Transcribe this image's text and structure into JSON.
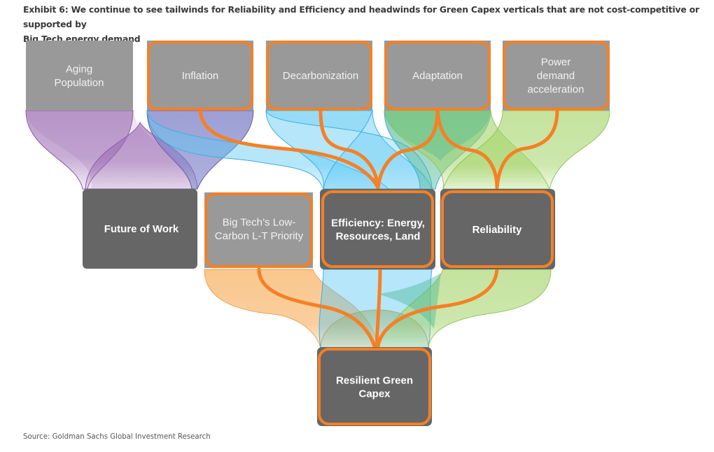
{
  "exhibit": {
    "title_line1": "Exhibit 6: We continue to see tailwinds for Reliability and Efficiency and headwinds for Green Capex verticals that are not cost-competitive or supported by",
    "title_line2": "Big Tech energy demand",
    "source": "Source: Goldman Sachs Global Investment Research"
  },
  "colors": {
    "highlight": "#f58025",
    "driver_box": "#999999",
    "outcome_box": "#666666",
    "purple": "#9b6bb3",
    "indigo": "#8a86c6",
    "blue": "#5bc8f5",
    "teal": "#6cc3a6",
    "green": "#a5d46a",
    "orange": "#f8b468"
  },
  "nodes": {
    "aging": {
      "lines": [
        "Aging",
        "Population"
      ],
      "level": "driver",
      "highlighted": false
    },
    "inflation": {
      "lines": [
        "Inflation"
      ],
      "level": "driver",
      "highlighted": true
    },
    "decarb": {
      "lines": [
        "Decarbonization"
      ],
      "level": "driver",
      "highlighted": true
    },
    "adaptation": {
      "lines": [
        "Adaptation"
      ],
      "level": "driver",
      "highlighted": true
    },
    "power": {
      "lines": [
        "Power",
        "demand",
        "acceleration"
      ],
      "level": "driver",
      "highlighted": true
    },
    "future_work": {
      "lines": [
        "Future of Work"
      ],
      "level": "theme",
      "highlighted": false
    },
    "bigtech": {
      "lines": [
        "Big Tech’s Low-",
        "Carbon L-T Priority"
      ],
      "level": "driver",
      "highlighted": true
    },
    "efficiency": {
      "lines": [
        "Efficiency: Energy,",
        "Resources, Land"
      ],
      "level": "theme",
      "highlighted": true
    },
    "reliability": {
      "lines": [
        "Reliability"
      ],
      "level": "theme",
      "highlighted": true
    },
    "capex": {
      "lines": [
        "Resilient Green",
        "Capex"
      ],
      "level": "outcome",
      "highlighted": true
    }
  },
  "links": [
    {
      "from": "aging",
      "to": "future_work",
      "color": "purple",
      "highlighted": false
    },
    {
      "from": "inflation",
      "to": "future_work",
      "color": "purple",
      "highlighted": false
    },
    {
      "from": "inflation",
      "to": "efficiency",
      "color": "blue",
      "highlighted": true
    },
    {
      "from": "decarb",
      "to": "efficiency",
      "color": "blue",
      "highlighted": true
    },
    {
      "from": "adaptation",
      "to": "efficiency",
      "color": "teal",
      "highlighted": true
    },
    {
      "from": "adaptation",
      "to": "reliability",
      "color": "green",
      "highlighted": true
    },
    {
      "from": "power",
      "to": "reliability",
      "color": "green",
      "highlighted": true
    },
    {
      "from": "bigtech",
      "to": "capex",
      "color": "orange",
      "highlighted": true
    },
    {
      "from": "efficiency",
      "to": "capex",
      "color": "blue",
      "highlighted": true
    },
    {
      "from": "reliability",
      "to": "capex",
      "color": "green",
      "highlighted": true
    }
  ]
}
